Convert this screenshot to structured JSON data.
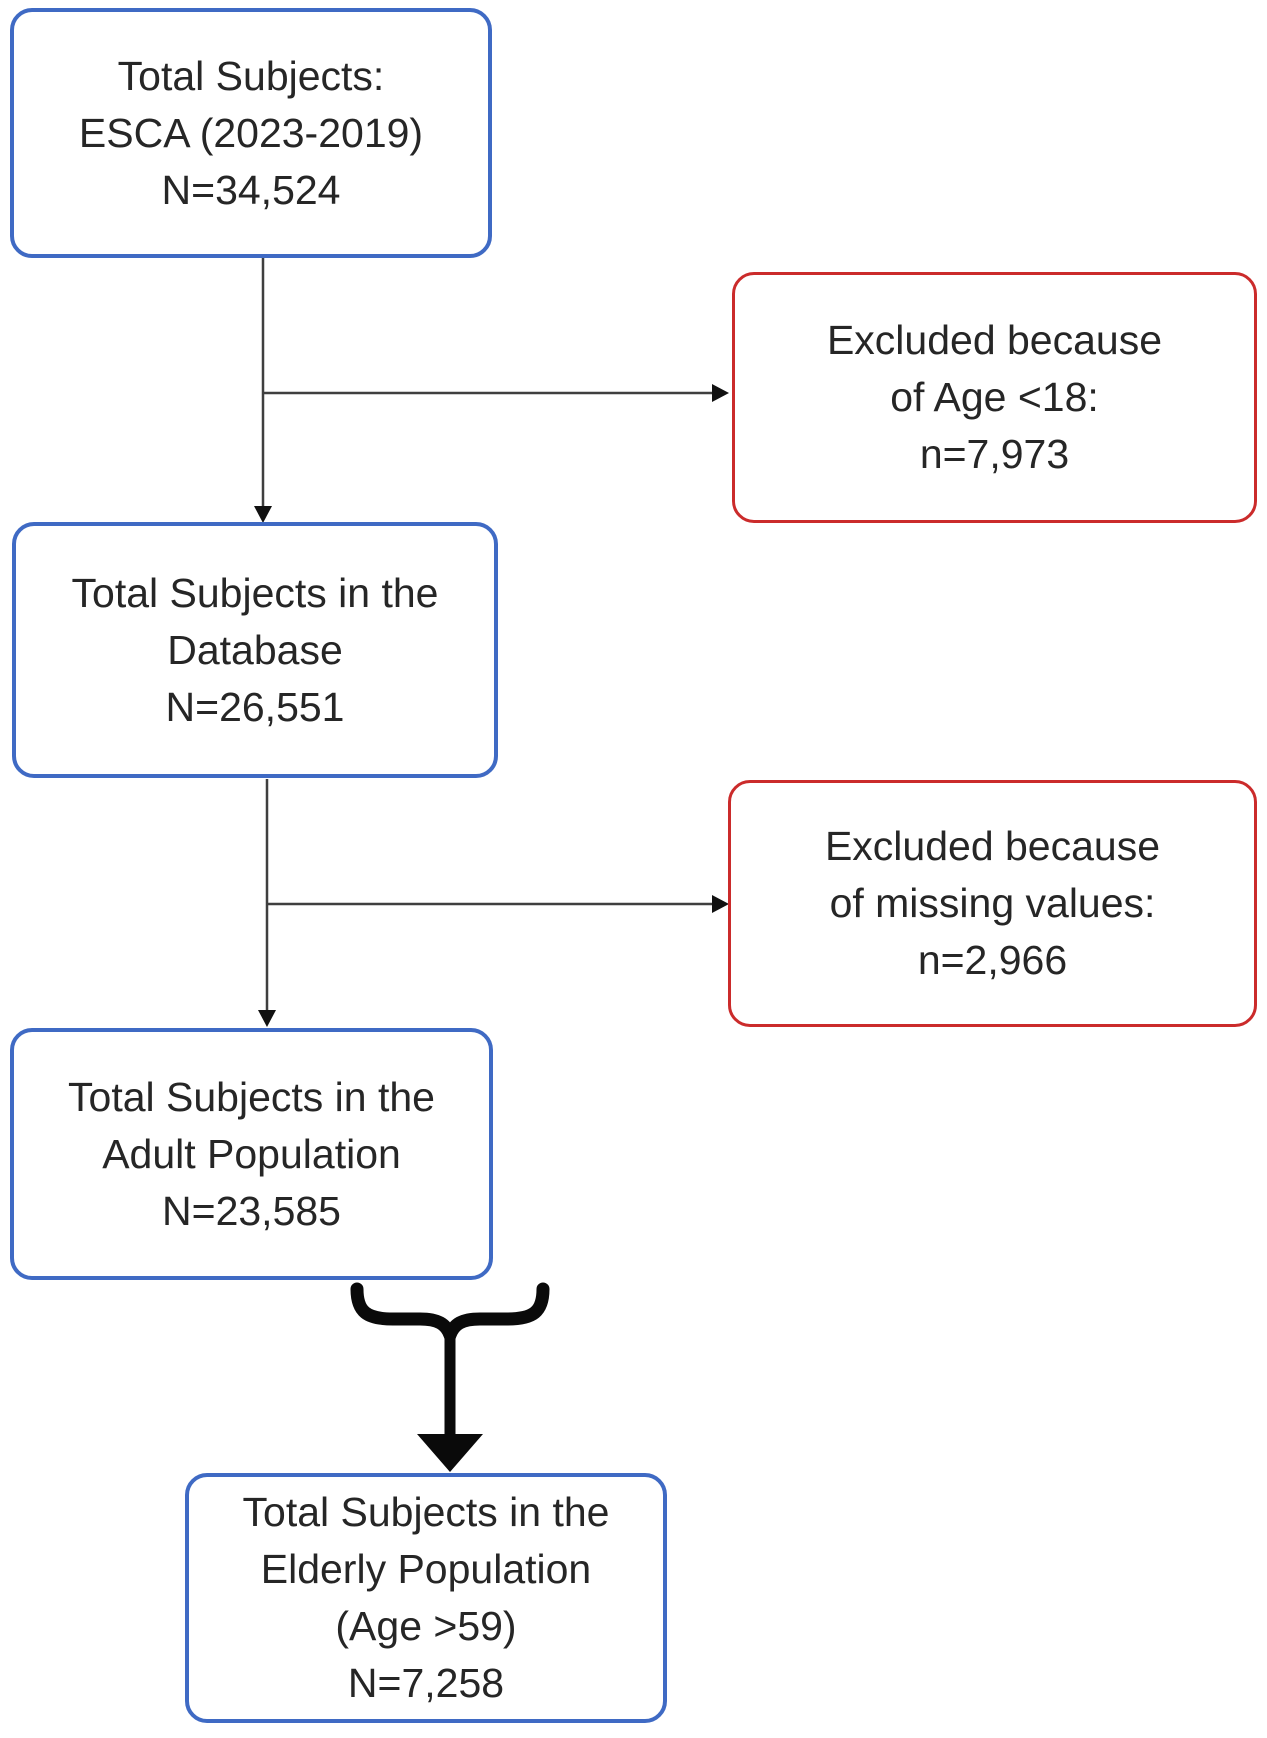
{
  "diagram": {
    "title": "Study population selection flowchart",
    "type": "flowchart",
    "boxes": {
      "total": {
        "kind": "population",
        "lines": [
          "Total Subjects:",
          "ESCA (2023-2019)",
          "N=34,524"
        ],
        "n": 34524
      },
      "excluded_age": {
        "kind": "excluded",
        "lines": [
          "Excluded because",
          "of Age <18:",
          "n=7,973"
        ],
        "n": 7973
      },
      "database": {
        "kind": "population",
        "lines": [
          "Total Subjects in the",
          "Database",
          "N=26,551"
        ],
        "n": 26551
      },
      "excluded_missing": {
        "kind": "excluded",
        "lines": [
          "Excluded because",
          "of missing values:",
          "n=2,966"
        ],
        "n": 2966
      },
      "adult": {
        "kind": "population",
        "lines": [
          "Total Subjects in the",
          "Adult Population",
          "N=23,585"
        ],
        "n": 23585
      },
      "elderly": {
        "kind": "population",
        "lines": [
          "Total Subjects in the",
          "Elderly Population",
          "(Age >59)",
          "N=7,258"
        ],
        "n": 7258
      }
    },
    "edges": [
      {
        "from": "total",
        "to": "database",
        "style": "thin-arrow"
      },
      {
        "from": "total",
        "to": "excluded_age",
        "style": "thin-arrow"
      },
      {
        "from": "database",
        "to": "adult",
        "style": "thin-arrow"
      },
      {
        "from": "database",
        "to": "excluded_missing",
        "style": "thin-arrow"
      },
      {
        "from": "adult",
        "to": "elderly",
        "style": "brace-thick-arrow"
      }
    ],
    "colors": {
      "population_border": "#3f6ac4",
      "excluded_border": "#cb2b2b",
      "connector": "#3f3f3f",
      "thick_arrow": "#0a0a0a",
      "text": "#262626",
      "background": "#ffffff"
    }
  }
}
